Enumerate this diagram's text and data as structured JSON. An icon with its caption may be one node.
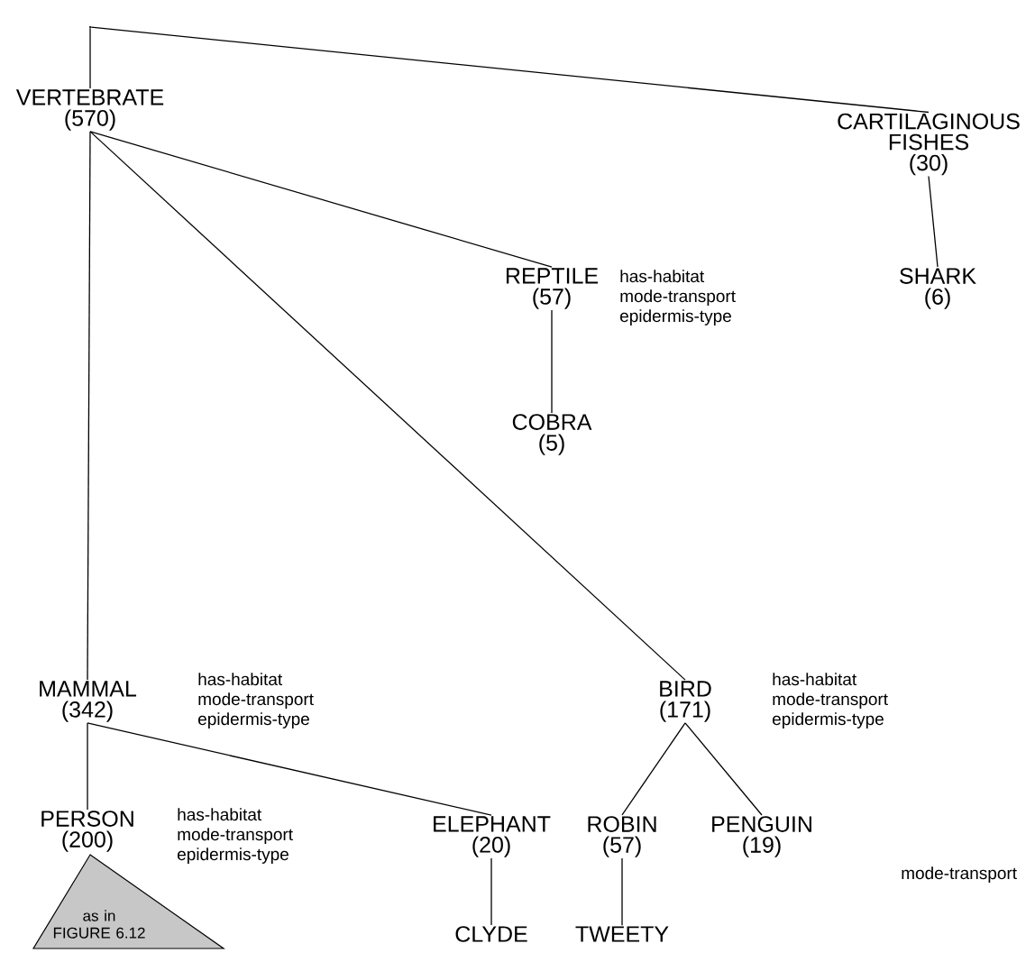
{
  "diagram": {
    "nodes": [
      {
        "text": [],
        "shape": "point"
      },
      {
        "text": [
          "VERTEBRATE",
          "(570)"
        ]
      },
      {
        "text": [
          "CARTILAGINOUS FISHES",
          "(30)"
        ]
      },
      {
        "text": [
          "REPTILE",
          "(57)"
        ],
        "beside": [
          "has-habitat",
          "mode-transport",
          "epidermis-type"
        ]
      },
      {
        "text": [
          "SHARK",
          "(6)"
        ]
      },
      {
        "text": [
          "COBRA",
          "(5)"
        ]
      },
      {
        "text": [
          "MAMMAL",
          "(342)"
        ],
        "beside": [
          "has-habitat",
          "mode-transport",
          "epidermis-type"
        ]
      },
      {
        "text": [
          "BIRD",
          "(171)"
        ],
        "beside": [
          "has-habitat",
          "mode-transport",
          "epidermis-type"
        ]
      },
      {
        "text": [
          "PERSON",
          "(200)"
        ],
        "beside": [
          "has-habitat",
          "mode-transport",
          "epidermis-type"
        ]
      },
      {
        "text": [
          "ELEPHANT",
          "(20)"
        ]
      },
      {
        "text": [
          "ROBIN",
          "(57)"
        ]
      },
      {
        "text": [
          "PENGUIN",
          "(19)"
        ],
        "beside": [
          "mode-transport"
        ]
      },
      {
        "text": [
          "as in FIGURE 6.12"
        ]
      },
      {
        "text": [
          "CLYDE"
        ]
      },
      {
        "text": [
          "TWEETY"
        ]
      }
    ],
    "edges": [
      {
        "from": 0,
        "to": 1,
        "arrow": "none"
      },
      {
        "from": 0,
        "to": 2,
        "arrow": "none"
      },
      {
        "from": 1,
        "to": 3,
        "arrow": "none"
      },
      {
        "from": 1,
        "to": 6,
        "arrow": "none"
      },
      {
        "from": 1,
        "to": 7,
        "arrow": "none"
      },
      {
        "from": 2,
        "to": 4,
        "arrow": "none"
      },
      {
        "from": 3,
        "to": 5,
        "arrow": "none"
      },
      {
        "from": 6,
        "to": 8,
        "arrow": "none"
      },
      {
        "from": 6,
        "to": 9,
        "arrow": "none"
      },
      {
        "from": 7,
        "to": 10,
        "arrow": "none"
      },
      {
        "from": 7,
        "to": 11,
        "arrow": "none"
      },
      {
        "from": 9,
        "to": 13,
        "arrow": "none"
      },
      {
        "from": 10,
        "to": 14,
        "arrow": "none"
      }
    ]
  }
}
